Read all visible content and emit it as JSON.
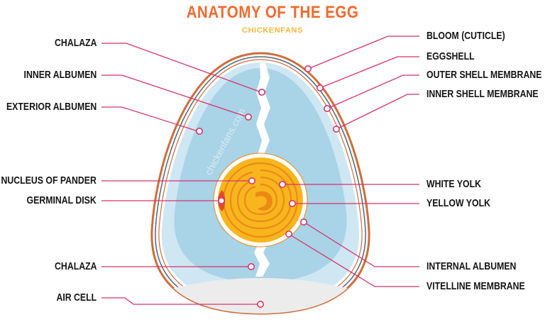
{
  "title": "ANATOMY OF THE EGG",
  "subtitle": "CHICKENFANS",
  "watermark": "chickenfans.com",
  "colors": {
    "title": "#f26a2e",
    "subtitle": "#f6b73c",
    "leader": "#d6336c",
    "shell_outer": "#cf6d3a",
    "shell_inner": "#556677",
    "albumen_outer": "#cfe7f3",
    "albumen_inner": "#a9d3e6",
    "chalaza": "#ffffff",
    "yolk": "#f8b51e",
    "yolk_rings": "#ec8a16",
    "air_cell": "#ececec"
  },
  "labels_left": [
    "CHALAZA",
    "INNER ALBUMEN",
    "EXTERIOR ALBUMEN",
    "NUCLEUS OF PANDER",
    "GERMINAL DISK",
    "CHALAZA",
    "AIR CELL"
  ],
  "labels_right": [
    "BLOOM (CUTICLE)",
    "EGGSHELL",
    "OUTER SHELL MEMBRANE",
    "INNER SHELL MEMBRANE",
    "WHITE YOLK",
    "YELLOW YOLK",
    "INTERNAL ALBUMEN",
    "VITELLINE MEMBRANE"
  ]
}
